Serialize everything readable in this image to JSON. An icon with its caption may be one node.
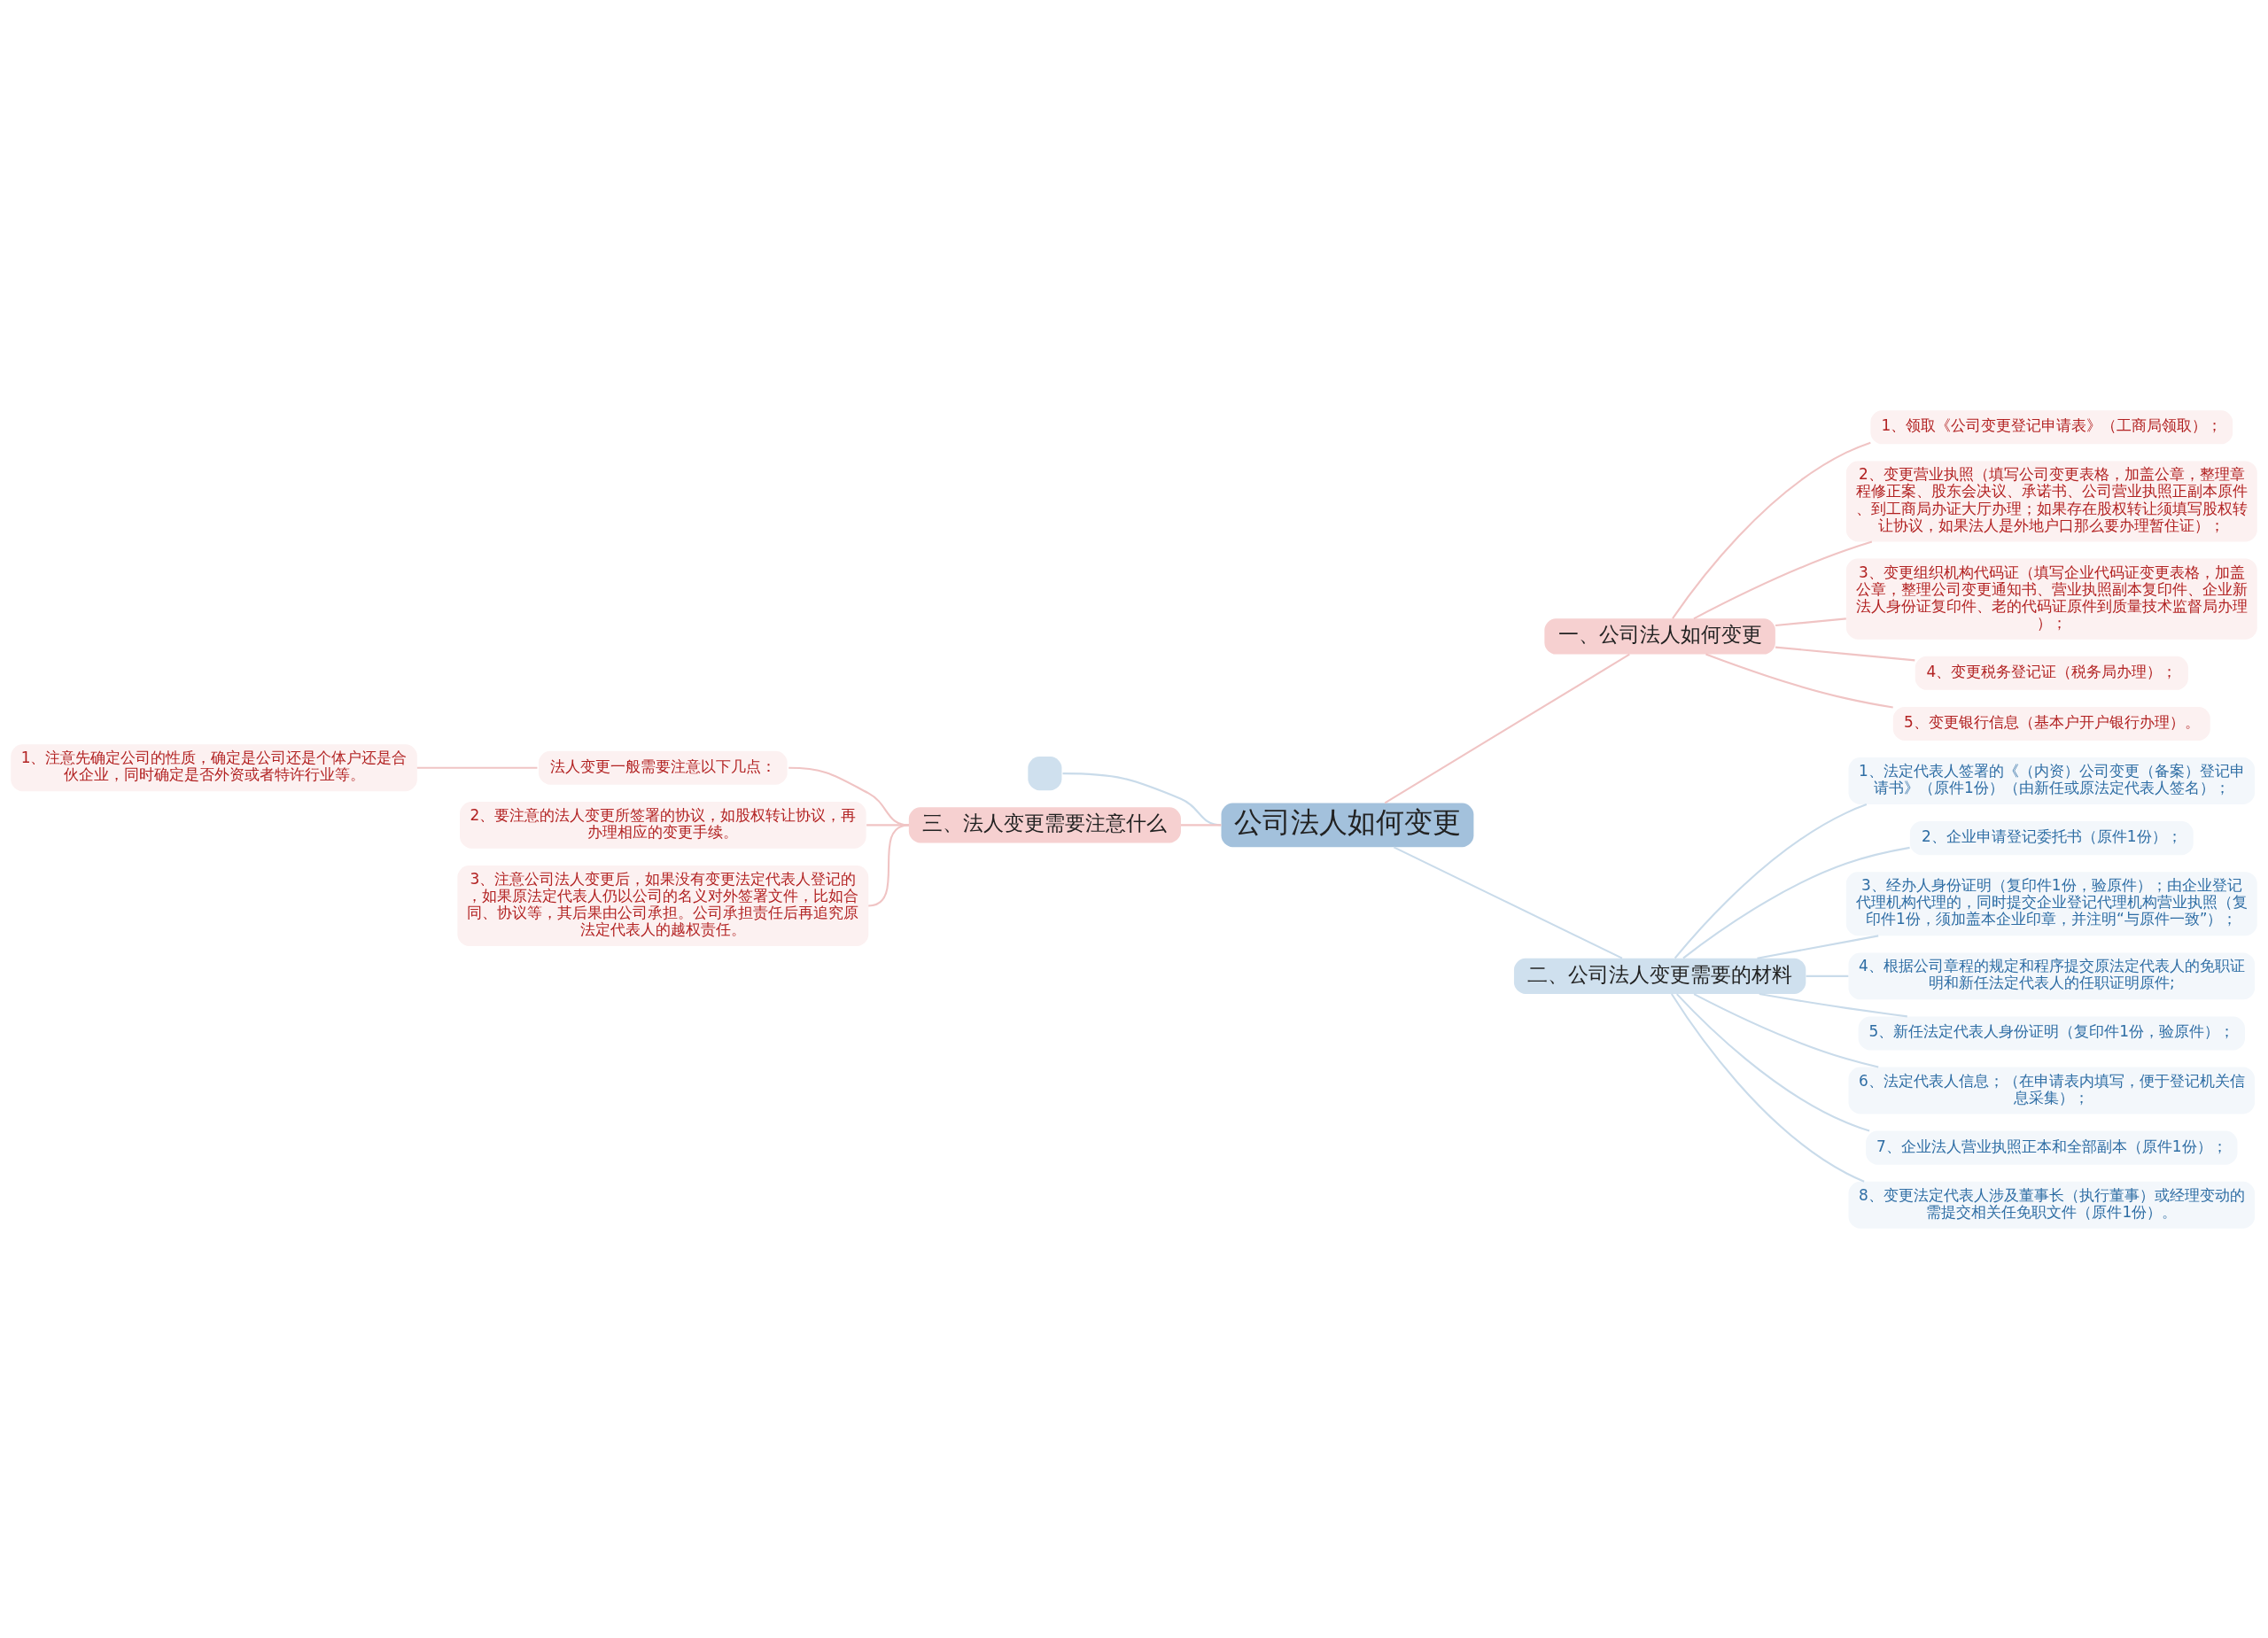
{
  "diagram": {
    "nodes": [
      {
        "text": [
          "公司法人如何变更"
        ]
      },
      {
        "text": [
          "一、公司法人如何变更"
        ]
      },
      {
        "text": [
          "1、领取《公司变更登记申请表》（工商局领取）；"
        ]
      },
      {
        "text": [
          "2、变更营业执照（填写公司变更表格，加盖公章，整理章程修正案、股东会决议、承诺书、公司营业执照正副本原件、到工商局办证大厅办理；如果存在股权转让须填写股权转让协议，如果法人是外地户口那么要办理暂住证）；"
        ]
      },
      {
        "text": [
          "3、变更组织机构代码证（填写企业代码证变更表格，加盖公章，整理公司变更通知书、营业执照副本复印件、企业新法人身份证复印件、老的代码证原件到质量技术监督局办理）；"
        ]
      },
      {
        "text": [
          "4、变更税务登记证（税务局办理）；"
        ]
      },
      {
        "text": [
          "5、变更银行信息（基本户开户银行办理）。"
        ]
      },
      {
        "text": [
          "二、公司法人变更需要的材料"
        ]
      },
      {
        "text": [
          "1、法定代表人签署的《（内资）公司变更（备案）登记申请书》（原件1份）（由新任或原法定代表人签名）；"
        ]
      },
      {
        "text": [
          "2、企业申请登记委托书（原件1份）；"
        ]
      },
      {
        "text": [
          "3、经办人身份证明（复印件1份，验原件）；由企业登记代理机构代理的，同时提交企业登记代理机构营业执照（复印件1份，须加盖本企业印章，并注明“与原件一致”）；"
        ]
      },
      {
        "text": [
          "4、根据公司章程的规定和程序提交原法定代表人的免职证明和新任法定代表人的任职证明原件;"
        ]
      },
      {
        "text": [
          "5、新任法定代表人身份证明（复印件1份，验原件）；"
        ]
      },
      {
        "text": [
          "6、法定代表人信息；（在申请表内填写，便于登记机关信息采集）；"
        ]
      },
      {
        "text": [
          "7、企业法人营业执照正本和全部副本（原件1份）；"
        ]
      },
      {
        "text": [
          "8、变更法定代表人涉及董事长（执行董事）或经理变动的需提交相关任免职文件（原件1份）。"
        ]
      },
      {
        "text": [],
        "shape": "box"
      },
      {
        "text": [
          "三、法人变更需要注意什么"
        ]
      },
      {
        "text": [
          "法人变更一般需要注意以下几点："
        ]
      },
      {
        "text": [
          "1、注意先确定公司的性质，确定是公司还是个体户还是合伙企业，同时确定是否外资或者特许行业等。"
        ]
      },
      {
        "text": [
          "2、要注意的法人变更所签署的协议，如股权转让协议，再办理相应的变更手续。"
        ]
      },
      {
        "text": [
          "3、注意公司法人变更后，如果没有变更法定代表人登记的，如果原法定代表人仍以公司的名义对外签署文件，比如合同、协议等，其后果由公司承担。公司承担责任后再追究原法定代表人的越权责任。"
        ]
      }
    ],
    "edges": [
      {
        "from": 0,
        "to": 1,
        "arrow": "none"
      },
      {
        "from": 1,
        "to": 2,
        "arrow": "none"
      },
      {
        "from": 1,
        "to": 3,
        "arrow": "none"
      },
      {
        "from": 1,
        "to": 4,
        "arrow": "none"
      },
      {
        "from": 1,
        "to": 5,
        "arrow": "none"
      },
      {
        "from": 1,
        "to": 6,
        "arrow": "none"
      },
      {
        "from": 0,
        "to": 7,
        "arrow": "none",
        "color": "#c9dbea"
      },
      {
        "from": 7,
        "to": 8,
        "arrow": "none",
        "color": "#c9dbea"
      },
      {
        "from": 7,
        "to": 9,
        "arrow": "none",
        "color": "#c9dbea"
      },
      {
        "from": 7,
        "to": 10,
        "arrow": "none",
        "color": "#c9dbea"
      },
      {
        "from": 7,
        "to": 11,
        "arrow": "none",
        "color": "#c9dbea"
      },
      {
        "from": 7,
        "to": 12,
        "arrow": "none",
        "color": "#c9dbea"
      },
      {
        "from": 7,
        "to": 13,
        "arrow": "none",
        "color": "#c9dbea"
      },
      {
        "from": 7,
        "to": 14,
        "arrow": "none",
        "color": "#c9dbea"
      },
      {
        "from": 7,
        "to": 15,
        "arrow": "none",
        "color": "#c9dbea"
      },
      {
        "from": 0,
        "to": 16,
        "arrow": "none",
        "color": "#c9dbea"
      },
      {
        "from": 0,
        "to": 17,
        "arrow": "none"
      },
      {
        "from": 17,
        "to": 18,
        "arrow": "none"
      },
      {
        "from": 18,
        "to": 19,
        "arrow": "none"
      },
      {
        "from": 17,
        "to": 20,
        "arrow": "none"
      },
      {
        "from": 17,
        "to": 21,
        "arrow": "none"
      }
    ]
  }
}
